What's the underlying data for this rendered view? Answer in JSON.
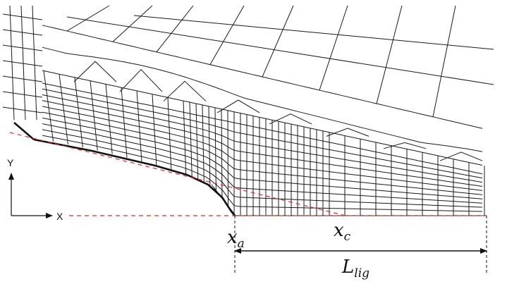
{
  "axes": {
    "y_label": "Y",
    "x_label": "X"
  },
  "points": {
    "xa": {
      "main": "x",
      "sub": "a"
    },
    "xc": {
      "main": "x",
      "sub": "c"
    }
  },
  "dimension": {
    "main": "L",
    "sub": "lig"
  },
  "colors": {
    "mesh": "#1a1a1a",
    "reference_line": "#d0312d",
    "text": "#111111"
  }
}
